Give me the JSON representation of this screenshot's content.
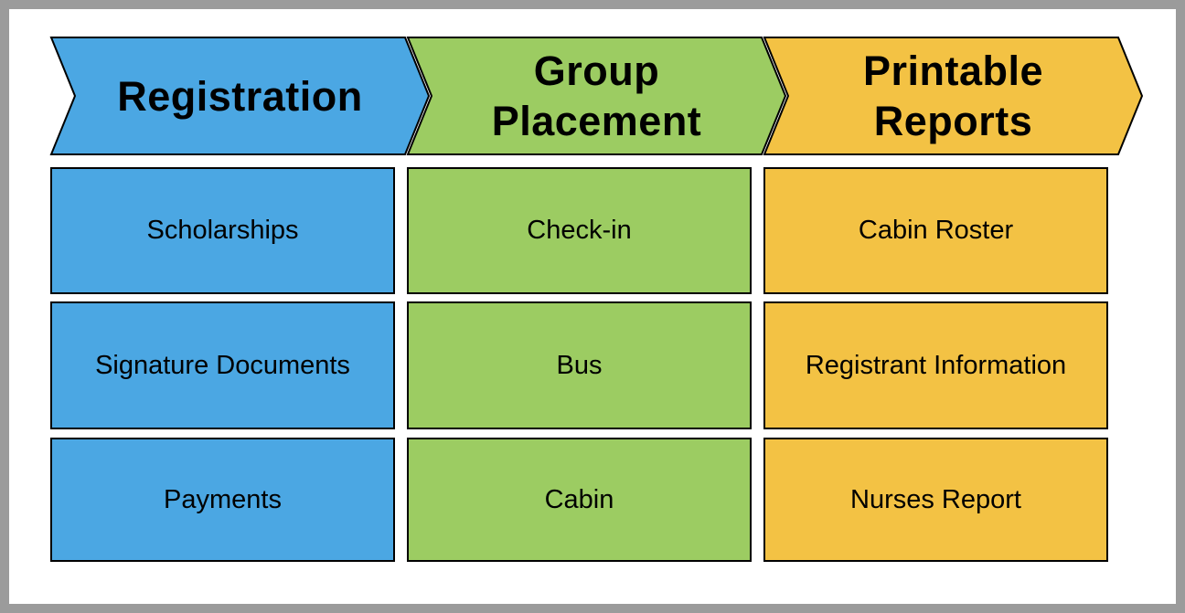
{
  "diagram": {
    "frame_color": "#9B9B9B",
    "outline_color": "#000000",
    "columns": [
      {
        "header": "Registration",
        "color": "#4BA7E3",
        "items": [
          "Scholarships",
          "Signature Documents",
          "Payments"
        ]
      },
      {
        "header": "Group\nPlacement",
        "color": "#9CCC62",
        "items": [
          "Check-in",
          "Bus",
          "Cabin"
        ]
      },
      {
        "header": "Printable\nReports",
        "color": "#F3C244",
        "items": [
          "Cabin Roster",
          "Registrant Information",
          "Nurses Report"
        ]
      }
    ]
  }
}
